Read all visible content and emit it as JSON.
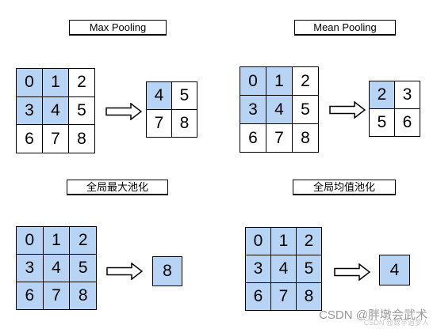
{
  "labels": {
    "max_pooling": "Max Pooling",
    "mean_pooling": "Mean Pooling",
    "global_max": "全局最大池化",
    "global_avg": "全局均值池化"
  },
  "input_grid": [
    "0",
    "1",
    "2",
    "3",
    "4",
    "5",
    "6",
    "7",
    "8"
  ],
  "max_pool_output": [
    "4",
    "5",
    "7",
    "8"
  ],
  "mean_pool_output": [
    "2",
    "3",
    "5",
    "6"
  ],
  "global_max_output": "8",
  "global_avg_output": "4",
  "colors": {
    "highlight": "#b7d4f5",
    "border": "#000000"
  },
  "watermark": "CSDN @胖墩会武术",
  "watermark_faint": "CSDN @数字追梦人"
}
